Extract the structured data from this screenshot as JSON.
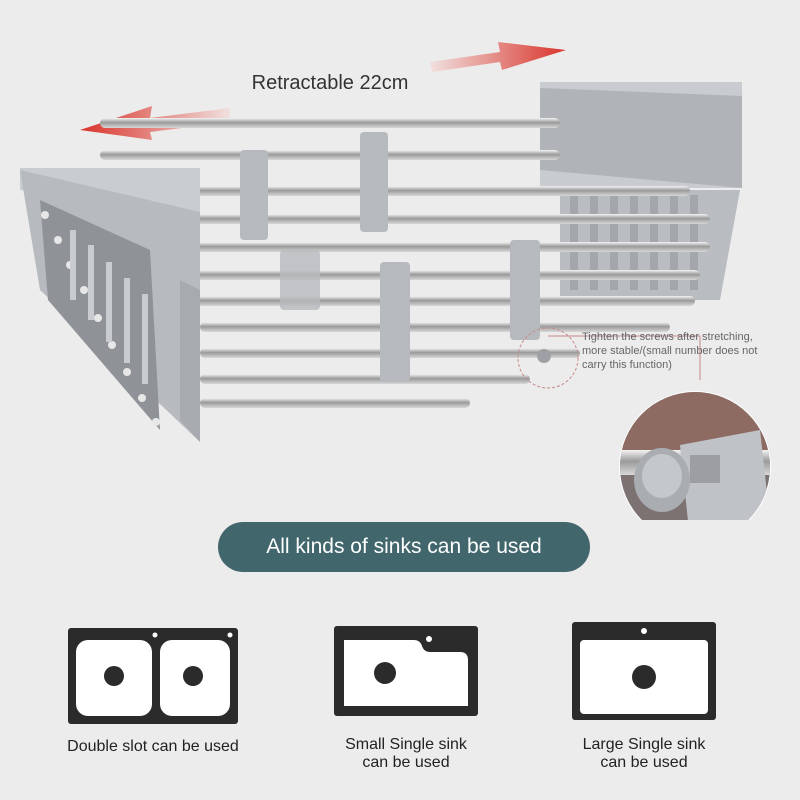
{
  "retract_label": "Retractable 22cm",
  "note_lines": [
    "Tighten the screws after stretching,",
    "more stable/(small number does not",
    "carry this function)"
  ],
  "banner": "All kinds of sinks can be used",
  "sinks": [
    {
      "caption": [
        "Double slot can be used"
      ]
    },
    {
      "caption": [
        "Small Single sink",
        "can be used"
      ]
    },
    {
      "caption": [
        "Large Single sink",
        "can be used"
      ]
    }
  ],
  "colors": {
    "arrow": "#d9332b",
    "banner": "#41676d",
    "rack_gray": "#b9bcc0",
    "sink_dark": "#2b2b2b"
  }
}
